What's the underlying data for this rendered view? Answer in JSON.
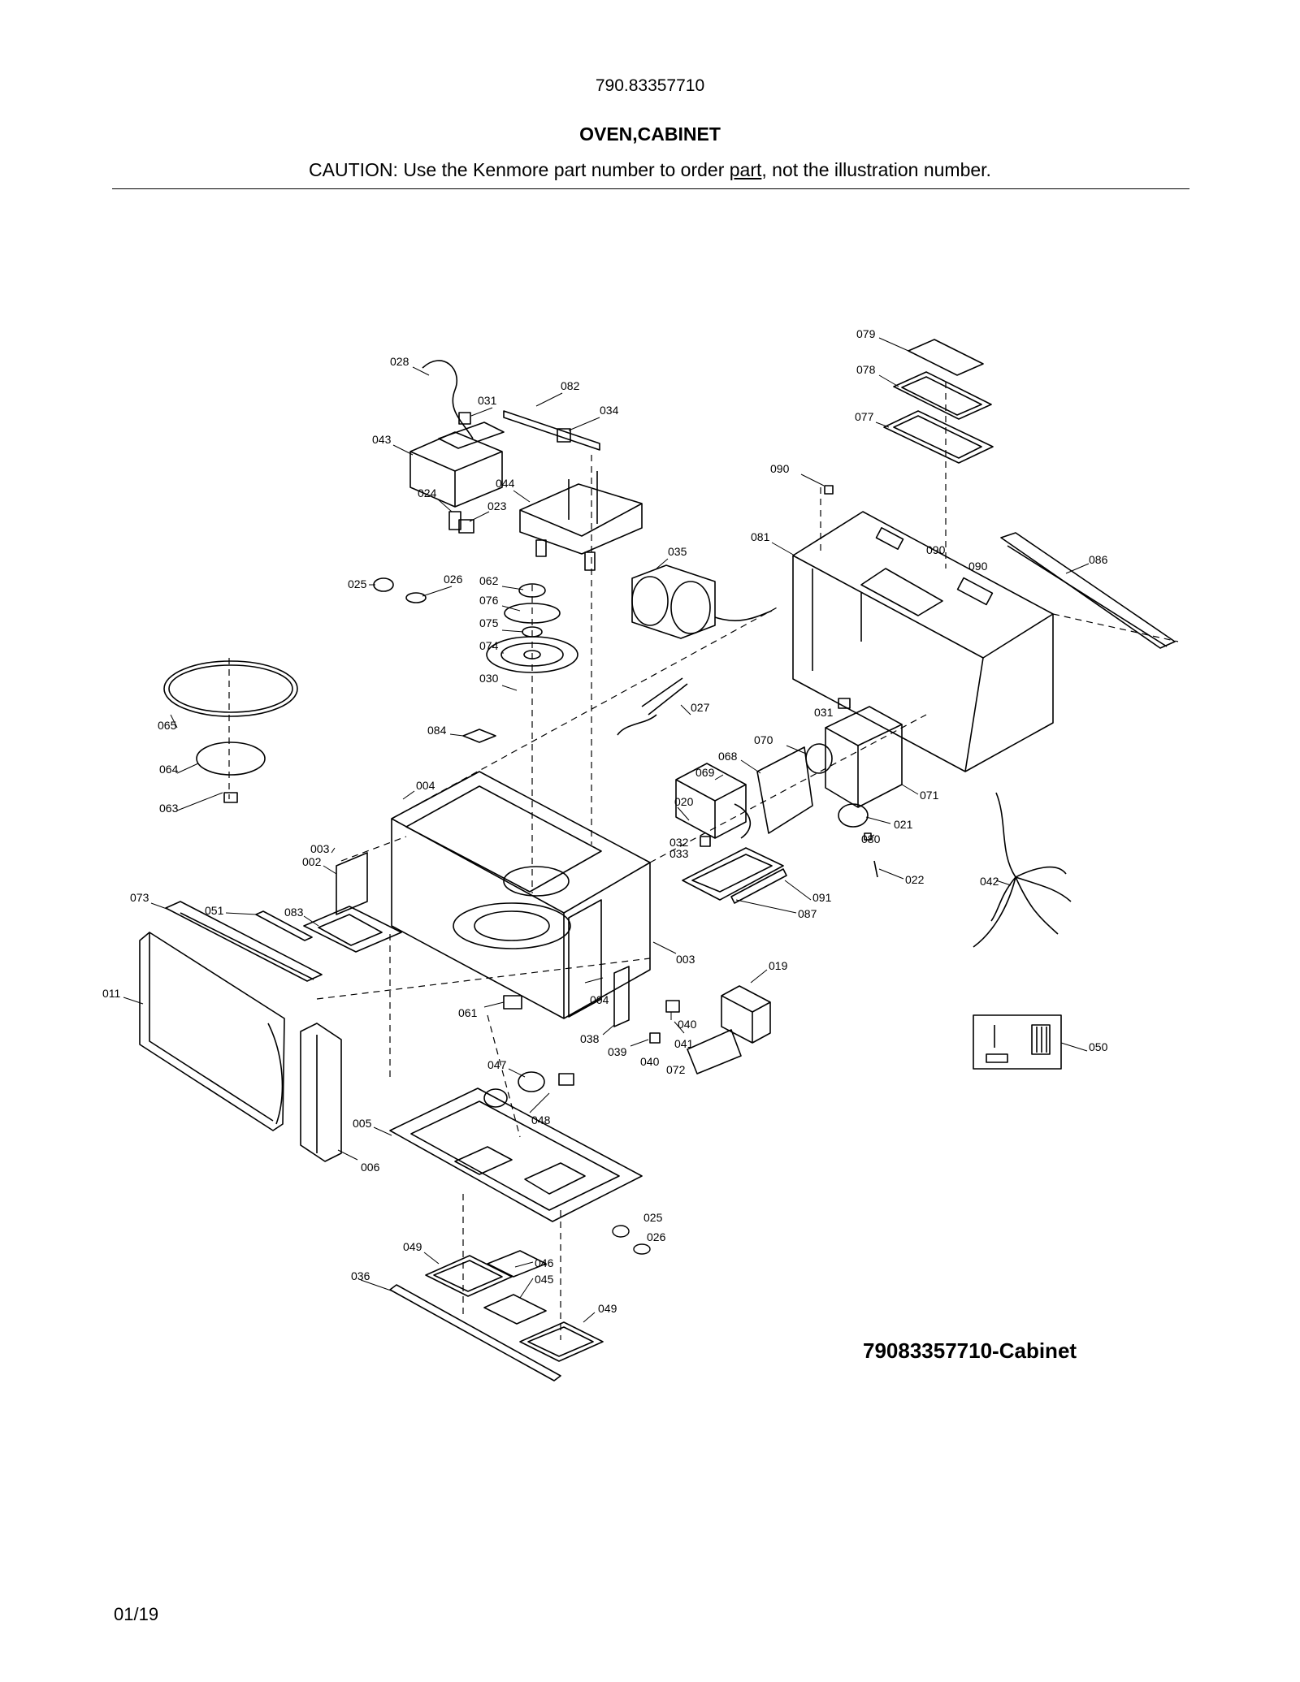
{
  "header": {
    "model_number": "790.83357710",
    "section_title": "OVEN,CABINET",
    "caution_pre": "CAUTION: Use the Kenmore part number to order ",
    "caution_link": "part",
    "caution_post": ", not the illustration number."
  },
  "diagram": {
    "id_label": "79083357710-Cabinet",
    "callouts": [
      "028",
      "031",
      "082",
      "034",
      "043",
      "044",
      "024",
      "023",
      "025",
      "026",
      "062",
      "076",
      "075",
      "074",
      "030",
      "035",
      "027",
      "079",
      "078",
      "077",
      "090",
      "081",
      "086",
      "065",
      "064",
      "063",
      "084",
      "004",
      "003",
      "002",
      "073",
      "051",
      "083",
      "011",
      "006",
      "005",
      "047",
      "048",
      "049",
      "046",
      "045",
      "036",
      "061",
      "038",
      "039",
      "040",
      "041",
      "072",
      "019",
      "020",
      "069",
      "068",
      "070",
      "071",
      "021",
      "022",
      "080",
      "032",
      "033",
      "087",
      "091",
      "042",
      "050"
    ]
  },
  "footer": {
    "date": "01/19"
  },
  "colors": {
    "ink": "#000000",
    "paper": "#ffffff"
  }
}
